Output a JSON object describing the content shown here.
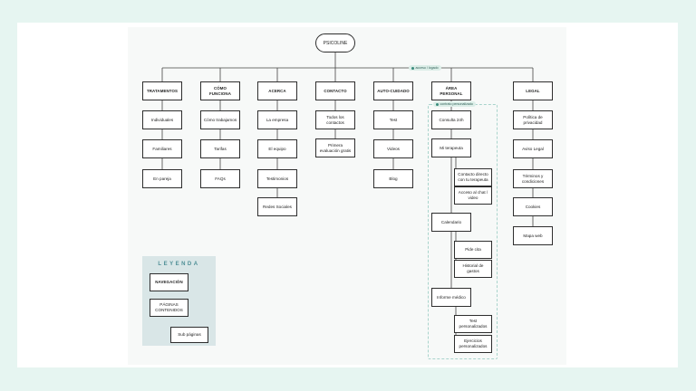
{
  "root": "PSICOLINE",
  "badges": {
    "logged": "acceso / logado",
    "personal": "contrato personalizado"
  },
  "sections": {
    "tratamientos": {
      "header": "TRATAMENTOS",
      "items": [
        "Individuales",
        "Familiares",
        "En pareja"
      ]
    },
    "como": {
      "header": "CÓMO FUNCIONA",
      "items": [
        "Cómo trabajamos",
        "Tarifas",
        "FAQs"
      ]
    },
    "acerca": {
      "header": "ACERCA",
      "items": [
        "La empresa",
        "El equipo",
        "Testimonios",
        "Redes Sociales"
      ]
    },
    "contacto": {
      "header": "CONTACTO",
      "items": [
        "Todos los contactos",
        "Primera evaluación gratis"
      ]
    },
    "auto": {
      "header": "AUTO-CUIDADO",
      "items": [
        "Test",
        "Videos",
        "Blog"
      ]
    },
    "area": {
      "header": "ÁREA PERSONAL",
      "items": [
        "Consulta 24h",
        "Mi terapeuta",
        "Calendario",
        "Informe médico"
      ],
      "terapeuta_sub": [
        "Contacto directo con tu terapeuta",
        "Acceso al chat / video"
      ],
      "calendario_sub": [
        "Pide cita",
        "Historial de gastos"
      ],
      "informe_sub": [
        "Test personalizados",
        "Ejercicios personalizados"
      ]
    },
    "legal": {
      "header": "LEGAL",
      "items": [
        "Política de privacidad",
        "Aviso Legal",
        "Términos y condiciones",
        "Cookies",
        "Mapa web"
      ]
    }
  },
  "legend": {
    "title": "LEYENDA",
    "nav": "NAVEGACIÓN",
    "pages": "PÁGINAS CONTENIDOS",
    "sub": "Sub páginas"
  }
}
